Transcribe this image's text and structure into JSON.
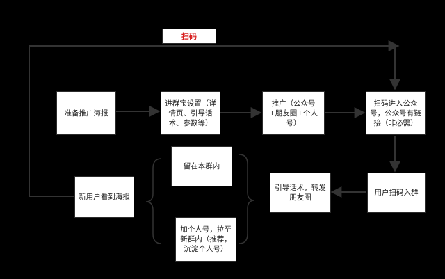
{
  "top_label": "扫码",
  "nodes": {
    "prepare_poster": "准备推广海报",
    "group_settings": "进群宝设置（详情页、引导话术、参数等）",
    "promote": "推广（公众号+朋友圈+个人号）",
    "scan_follow": "扫码进入公众号，公众号有链接（非必需）",
    "user_scan_join": "用户扫码入群",
    "guide_script": "引导话术，转发朋友圈",
    "new_user_sees": "新用户看到海报",
    "stay_in_group": "留在本群内",
    "add_personal": "加个人号，拉至新群内（推荐，沉淀个人号）"
  },
  "colors": {
    "background": "#000000",
    "box_fill": "#ffffff",
    "line": "#333333",
    "tag_text": "#d81e1e"
  }
}
